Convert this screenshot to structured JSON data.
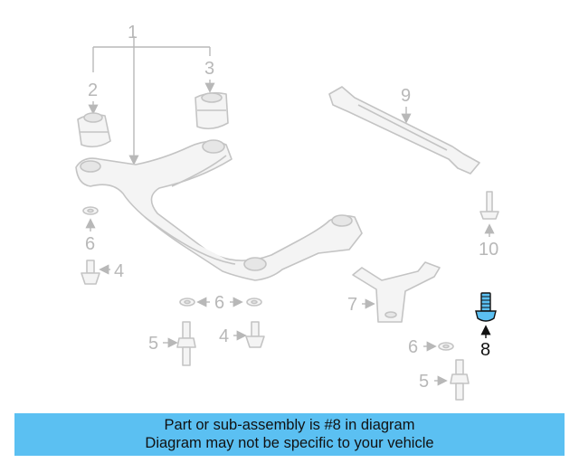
{
  "callouts": {
    "c1": "1",
    "c2": "2",
    "c3": "3",
    "c4a": "4",
    "c4b": "4",
    "c5a": "5",
    "c5b": "5",
    "c6a": "6",
    "c6b": "6",
    "c6c": "6",
    "c7": "7",
    "c8": "8",
    "c9": "9",
    "c10": "10"
  },
  "highlight": {
    "part": "8",
    "color": "#5bc0f2"
  },
  "banner": {
    "line1": "Part or sub-assembly is #8 in diagram",
    "line2": "Diagram may not be specific to your vehicle",
    "background": "#5bc0f2"
  }
}
